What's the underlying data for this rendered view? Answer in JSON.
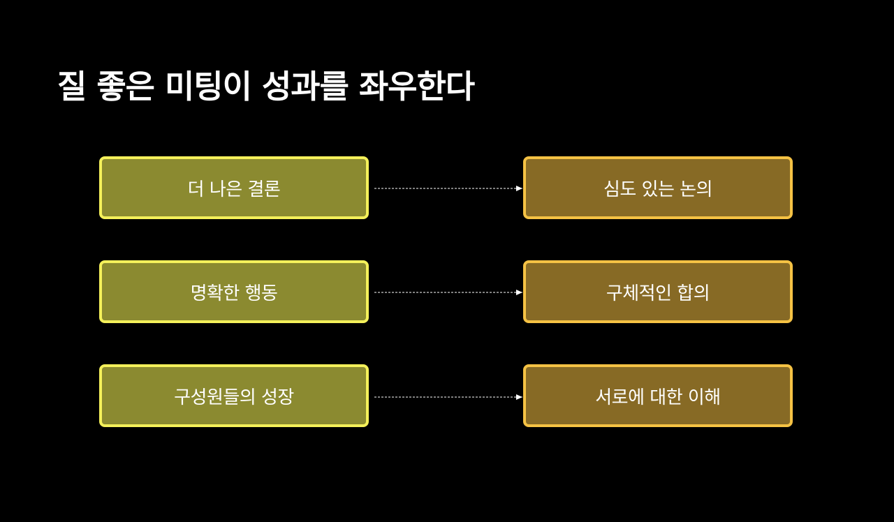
{
  "title": "질 좋은 미팅이 성과를 좌우한다",
  "colors": {
    "background": "#000000",
    "left_fill": "#8b8a30",
    "left_border": "#f4f05a",
    "right_fill": "#876a25",
    "right_border": "#f5c244",
    "connector": "#ffffff"
  },
  "rows": [
    {
      "left": "더 나은 결론",
      "right": "심도 있는 논의"
    },
    {
      "left": "명확한 행동",
      "right": "구체적인 합의"
    },
    {
      "left": "구성원들의 성장",
      "right": "서로에 대한 이해"
    }
  ]
}
